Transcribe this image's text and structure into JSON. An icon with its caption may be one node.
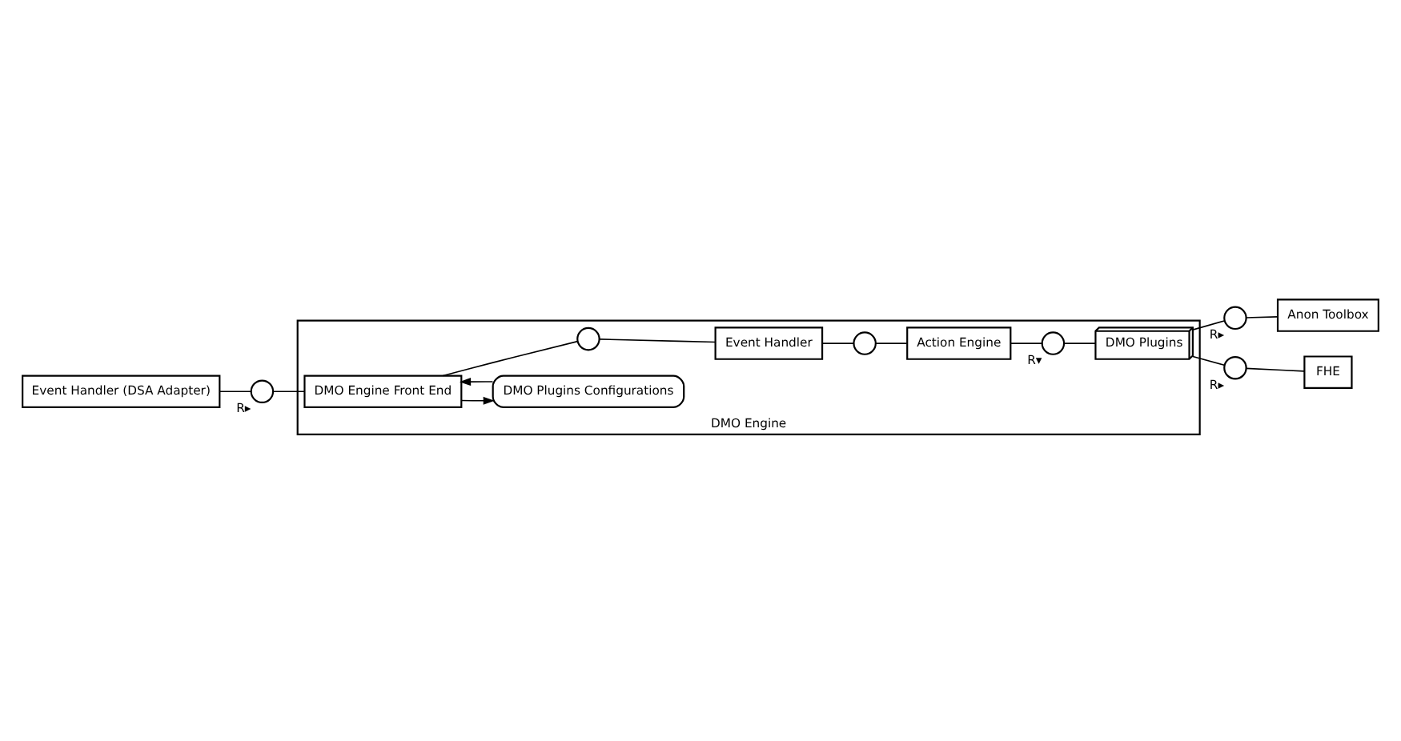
{
  "diagram": {
    "nodes": [
      {
        "text": [
          "DMO Engine"
        ]
      },
      {
        "text": [
          "Event Handler (DSA Adapter)"
        ]
      },
      {
        "text": [],
        "shape": "circle",
        "beside": [
          "R▸"
        ]
      },
      {
        "text": [
          "DMO Engine Front End"
        ],
        "in": 0
      },
      {
        "text": [
          "DMO Plugins Configurations"
        ],
        "in": 0
      },
      {
        "text": [],
        "shape": "circle",
        "in": 0
      },
      {
        "text": [
          "Event Handler"
        ],
        "in": 0
      },
      {
        "text": [],
        "shape": "circle",
        "in": 0
      },
      {
        "text": [
          "Action Engine"
        ],
        "in": 0
      },
      {
        "text": [],
        "shape": "circle",
        "in": 0,
        "beside": [
          "R▾"
        ]
      },
      {
        "text": [],
        "shape": "circle",
        "beside": [
          "R▸"
        ]
      },
      {
        "text": [
          "Anon Toolbox"
        ]
      },
      {
        "text": [
          "DMO Plugins"
        ],
        "in": 0
      },
      {
        "text": [],
        "shape": "circle",
        "beside": [
          "R▸"
        ]
      },
      {
        "text": [
          "FHE"
        ]
      }
    ],
    "edges": [
      {
        "from": 1,
        "to": 2,
        "arrow": "none"
      },
      {
        "from": 2,
        "to": 3,
        "arrow": "none"
      },
      {
        "from": 3,
        "to": 4,
        "arrow": "to"
      },
      {
        "from": 4,
        "to": 3,
        "arrow": "to"
      },
      {
        "from": 3,
        "to": 5,
        "arrow": "none"
      },
      {
        "from": 5,
        "to": 6,
        "arrow": "none"
      },
      {
        "from": 6,
        "to": 7,
        "arrow": "none"
      },
      {
        "from": 7,
        "to": 8,
        "arrow": "none"
      },
      {
        "from": 8,
        "to": 9,
        "arrow": "none"
      },
      {
        "from": 9,
        "to": 12,
        "arrow": "none"
      },
      {
        "from": 12,
        "to": 10,
        "arrow": "none"
      },
      {
        "from": 10,
        "to": 11,
        "arrow": "none"
      },
      {
        "from": 12,
        "to": 13,
        "arrow": "none"
      },
      {
        "from": 13,
        "to": 14,
        "arrow": "none"
      }
    ]
  }
}
